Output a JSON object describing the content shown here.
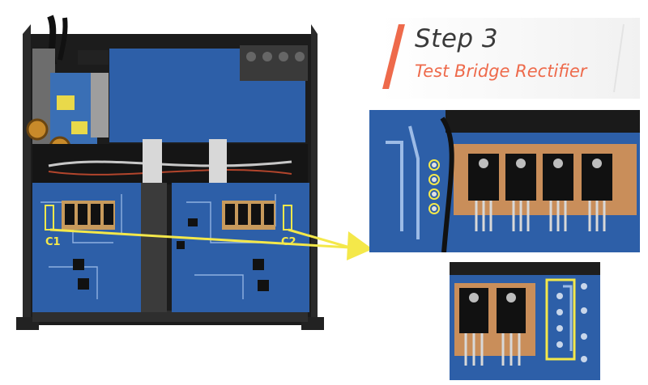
{
  "header": {
    "step": "Step 3",
    "subtitle": "Test Bridge Rectifier"
  },
  "labels": {
    "c1": "C1",
    "c2": "C2"
  },
  "colors": {
    "accent": "#ee6a4b",
    "title": "#3a3a3a",
    "highlight": "#f4e84a",
    "pcb": "#2d5fa8",
    "chassis": "#1c1c1c"
  }
}
